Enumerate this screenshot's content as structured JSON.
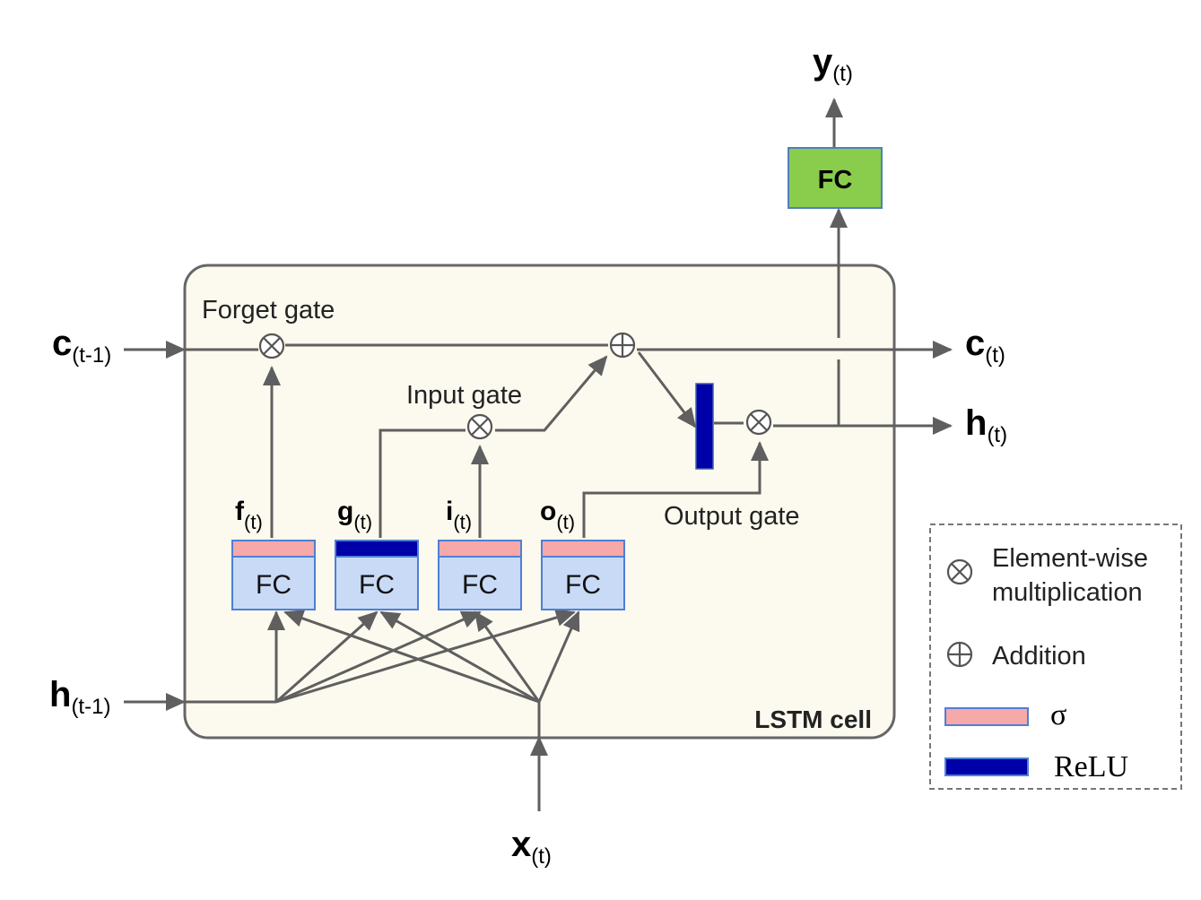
{
  "cell": {
    "label": "LSTM cell"
  },
  "inputs": {
    "c_prev": {
      "main": "c",
      "sub": "(t-1)"
    },
    "h_prev": {
      "main": "h",
      "sub": "(t-1)"
    },
    "x": {
      "main": "x",
      "sub": "(t)"
    }
  },
  "outputs": {
    "c": {
      "main": "c",
      "sub": "(t)"
    },
    "h": {
      "main": "h",
      "sub": "(t)"
    },
    "y": {
      "main": "y",
      "sub": "(t)"
    }
  },
  "gate_labels": {
    "forget": "Forget gate",
    "input": "Input gate",
    "output": "Output gate"
  },
  "gates": [
    {
      "main": "f",
      "sub": "(t)",
      "fc": "FC",
      "activation": "sigma"
    },
    {
      "main": "g",
      "sub": "(t)",
      "fc": "FC",
      "activation": "relu"
    },
    {
      "main": "i",
      "sub": "(t)",
      "fc": "FC",
      "activation": "sigma"
    },
    {
      "main": "o",
      "sub": "(t)",
      "fc": "FC",
      "activation": "sigma"
    }
  ],
  "output_fc": {
    "label": "FC"
  },
  "legend": {
    "mult_line1": "Element-wise",
    "mult_line2": "multiplication",
    "add": "Addition",
    "sigma": "σ",
    "relu": "ReLU"
  },
  "colors": {
    "cell_fill": "#fcf9ee",
    "cell_border": "#666666",
    "fc_fill": "#c8daf5",
    "fc_border": "#4f7fd6",
    "sigma": "#f7a8a8",
    "relu": "#0000a8",
    "output_fc_fill": "#8acc4c",
    "output_fc_border": "#4f7fbf",
    "line": "#5f5f5f"
  }
}
